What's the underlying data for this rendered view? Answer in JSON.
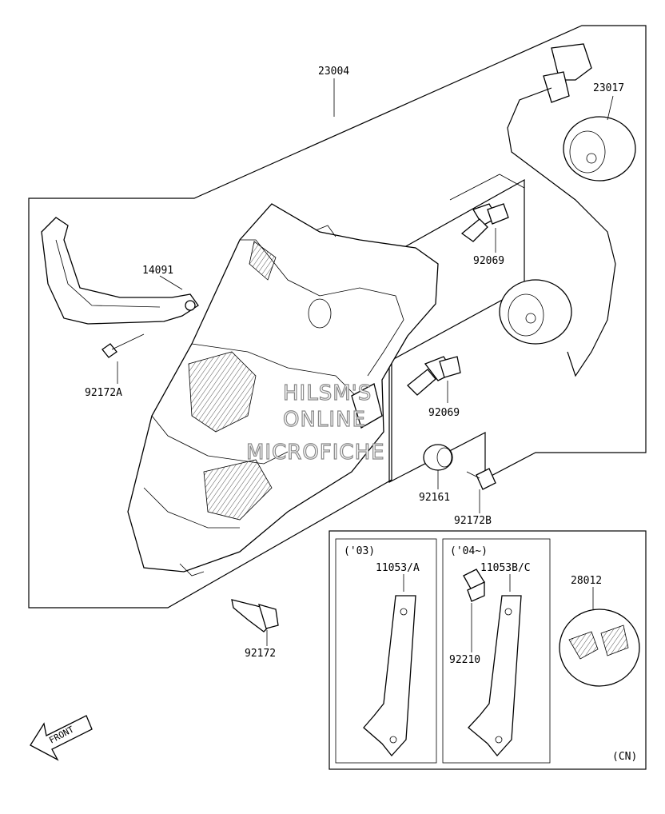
{
  "labels": {
    "headlight_assy": "23004",
    "socket_wire": "23017",
    "bracket_14091": "14091",
    "screw_92172A": "92172A",
    "bulb_upper": "92069",
    "bulb_lower": "92069",
    "grommet": "92161",
    "bolt_92172B": "92172B",
    "bolt_92172": "92172",
    "year_03": "('03)",
    "stay_11053A": "11053/A",
    "year_04": "('04~)",
    "stay_11053BC": "11053B/C",
    "nut_92210": "92210",
    "reflector_28012": "28012",
    "cn": "(CN)",
    "front": "FRONT"
  },
  "watermark": [
    "HILSM'S",
    "ONLINE",
    "MICROFICHE"
  ]
}
